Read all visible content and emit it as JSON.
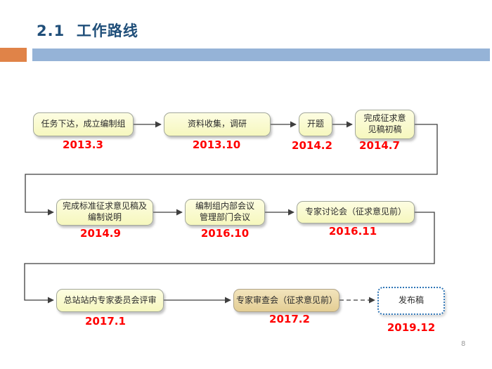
{
  "slide": {
    "title": "2.1  工作路线",
    "page_number": "8"
  },
  "theme": {
    "title_color": "#1F4E79",
    "header_orange": "#E08348",
    "header_blue": "#95B3D7",
    "process_box_fill": "#F6F7BE",
    "process_box_border": "#A3A89B",
    "tan_box_fill": "#E4CE94",
    "release_box_border": "#2E75B6",
    "date_color": "#FF0000",
    "connector_color": "#3F3F3F"
  },
  "flow": {
    "rows": [
      {
        "steps": [
          {
            "label": "任务下达，成立编制组",
            "date": "2013.3"
          },
          {
            "label": "资料收集，调研",
            "date": "2013.10"
          },
          {
            "label": "开题",
            "date": "2014.2"
          },
          {
            "label": "完成征求意\n见稿初稿",
            "date": "2014.7"
          }
        ]
      },
      {
        "steps": [
          {
            "label": "完成标准征求意见稿及\n编制说明",
            "date": "2014.9"
          },
          {
            "label": "编制组内部会议\n管理部门会议",
            "date": "2016.10"
          },
          {
            "label": "专家讨论会（征求意见前）",
            "date": "2016.11"
          }
        ]
      },
      {
        "steps": [
          {
            "label": "总站站内专家委员会评审",
            "date": "2017.1"
          },
          {
            "label": "专家审查会（征求意见前）",
            "date": "2017.2"
          },
          {
            "label": "发布稿",
            "date": "2019.12"
          }
        ]
      }
    ]
  }
}
